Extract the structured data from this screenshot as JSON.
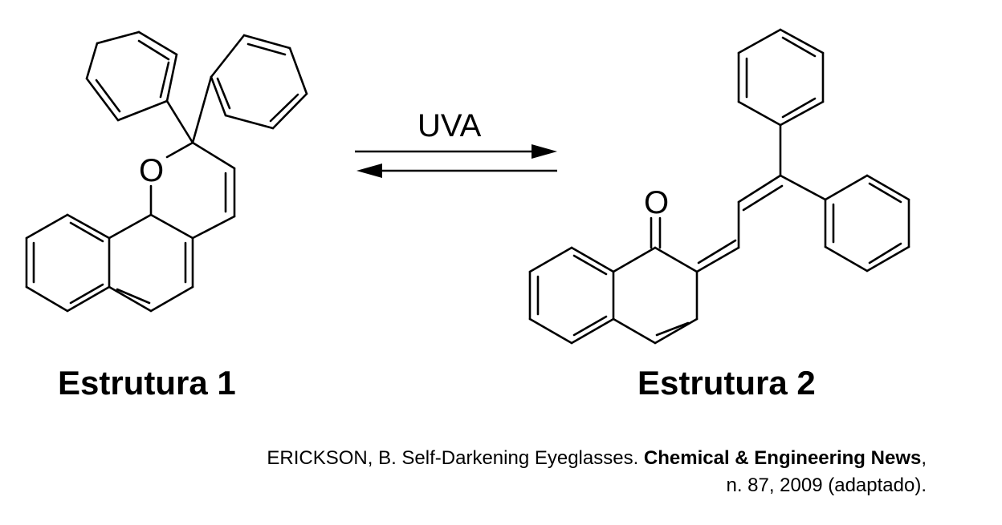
{
  "structure1": {
    "label": "Estrutura 1",
    "oxygen": "O"
  },
  "structure2": {
    "label": "Estrutura 2",
    "oxygen": "O"
  },
  "arrow": {
    "label": "UVA"
  },
  "reference": {
    "part1": "ERICKSON, B. Self-Darkening Eyeglasses. ",
    "journal": "Chemical & Engineering News",
    "part2": ",",
    "line2": "n. 87, 2009 (adaptado)."
  },
  "colors": {
    "ink": "#000000",
    "background": "#ffffff"
  }
}
